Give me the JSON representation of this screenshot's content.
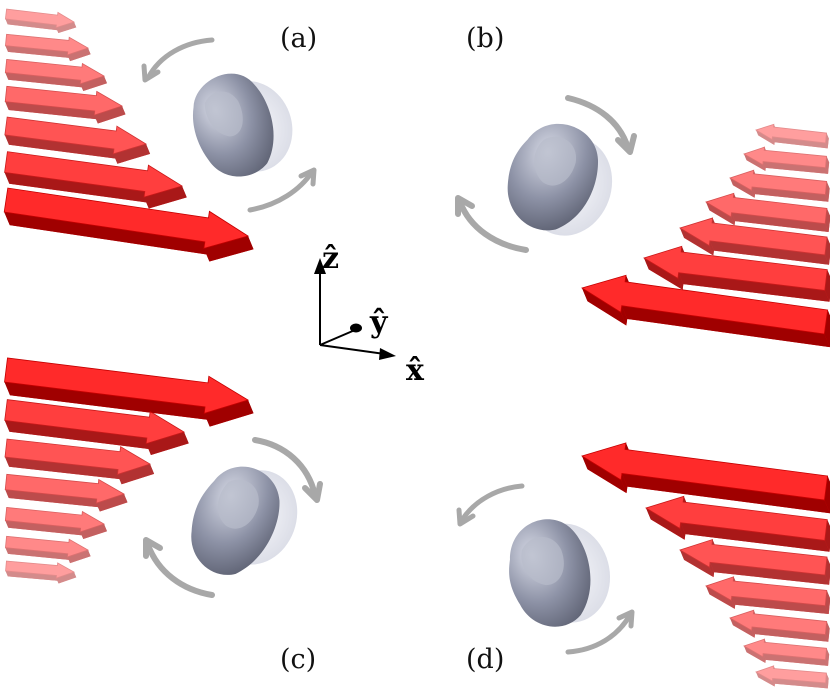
{
  "panels": [
    {
      "id": "a",
      "label": "(a)"
    },
    {
      "id": "b",
      "label": "(b)"
    },
    {
      "id": "c",
      "label": "(c)"
    },
    {
      "id": "d",
      "label": "(d)"
    }
  ],
  "axes": {
    "z": "ẑ",
    "y": "ŷ",
    "x": "x̂"
  },
  "colors": {
    "arrow_top": "#ff2a2a",
    "arrow_front": "#ee0000",
    "arrow_side": "#a00000",
    "particle_dark": "#7d8296",
    "particle_light": "#d8dbe6",
    "rotation_arrow": "#a8a8a8"
  }
}
